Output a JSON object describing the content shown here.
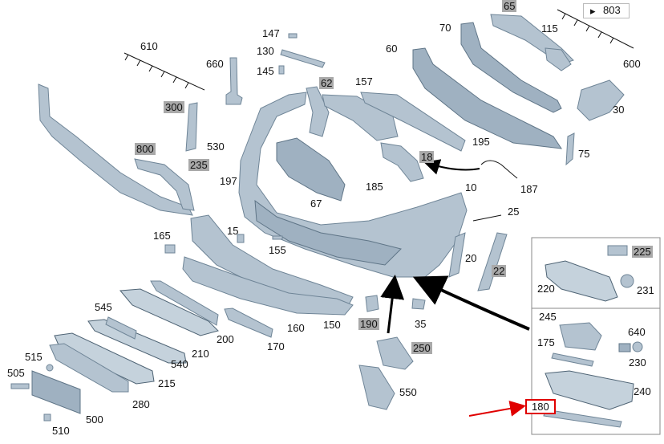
{
  "ref_label": "803",
  "labels": {
    "l65": "65",
    "l803": "803",
    "l115": "115",
    "l70": "70",
    "l60": "60",
    "l600": "600",
    "l147": "147",
    "l130": "130",
    "l145": "145",
    "l610": "610",
    "l660": "660",
    "l62": "62",
    "l157": "157",
    "l300": "300",
    "l30": "30",
    "l195": "195",
    "l530": "530",
    "l800": "800",
    "l75": "75",
    "l18": "18",
    "l235": "235",
    "l197": "197",
    "l67": "67",
    "l185": "185",
    "l10": "10",
    "l187": "187",
    "l25": "25",
    "l165": "165",
    "l15": "15",
    "l155": "155",
    "l20": "20",
    "l22": "22",
    "l225": "225",
    "l220": "220",
    "l231": "231",
    "l545": "545",
    "l200": "200",
    "l160": "160",
    "l150": "150",
    "l190": "190",
    "l35": "35",
    "l245": "245",
    "l170": "170",
    "l210": "210",
    "l250": "250",
    "l175": "175",
    "l640": "640",
    "l515": "515",
    "l540": "540",
    "l230": "230",
    "l505": "505",
    "l215": "215",
    "l550": "550",
    "l240": "240",
    "l280": "280",
    "l180": "180",
    "l500": "500",
    "l510": "510"
  },
  "colors": {
    "part_fill": "#b4c3d0",
    "highlight_box": "#e00000",
    "pointer_arrow": "#e00000",
    "gray_label_bg": "#a9a9a9"
  }
}
